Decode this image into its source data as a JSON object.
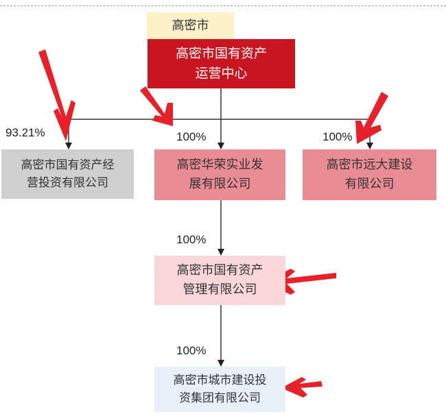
{
  "nodes": {
    "top": "高密市",
    "root": "高密市国有资产\n运营中心",
    "left": "高密市国有资产经\n营投资有限公司",
    "mid": "高密华荣实业发\n展有限公司",
    "right": "高密市远大建设\n有限公司",
    "mgmt": "高密市国有资产\n管理有限公司",
    "invest": "高密市城市建设投\n资集团有限公司"
  },
  "shares": {
    "left": "93.21%",
    "mid": "100%",
    "right": "100%",
    "mgmt": "100%",
    "invest": "100%"
  },
  "colors": {
    "root": "#c8151f",
    "subsidiary": "#ea8c94",
    "minority": "#cfcfcf",
    "mgmt": "#f9d6d8",
    "invest": "#e7f0f9",
    "annotation_arrow": "#e8202a"
  }
}
